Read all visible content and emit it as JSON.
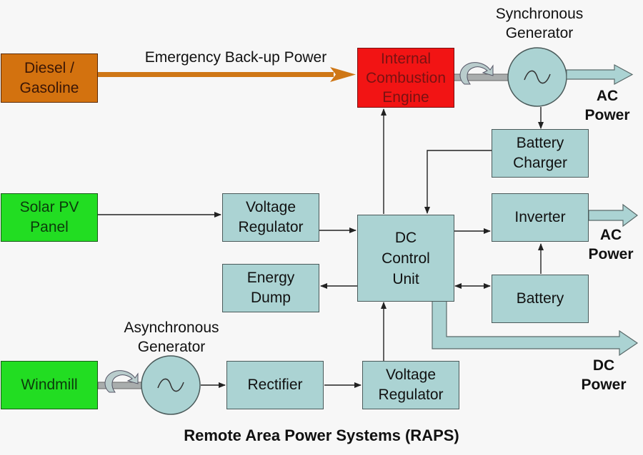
{
  "title": "Remote Area Power Systems (RAPS)",
  "colors": {
    "background": "#f7f7f7",
    "block_teal": "#abd3d3",
    "diesel_orange": "#d3720f",
    "source_green": "#22dd22",
    "engine_red": "#f21414",
    "shaft_gray": "#a9adad",
    "line": "#222222"
  },
  "blocks": {
    "diesel": "Diesel /\nGasoline",
    "solar": "Solar PV\nPanel",
    "windmill": "Windmill",
    "engine": "Internal\nCombustion\nEngine",
    "battery_charger": "Battery\nCharger",
    "voltage_regulator_top": "Voltage\nRegulator",
    "dc_control_unit": "DC\nControl\nUnit",
    "inverter": "Inverter",
    "energy_dump": "Energy\nDump",
    "battery": "Battery",
    "rectifier": "Rectifier",
    "voltage_regulator_bottom": "Voltage\nRegulator"
  },
  "labels": {
    "emergency": "Emergency Back-up Power",
    "sync_generator": "Synchronous\nGenerator",
    "async_generator": "Asynchronous\nGenerator",
    "ac_power_top": "AC\nPower",
    "ac_power_mid": "AC\nPower",
    "dc_power": "DC\nPower"
  },
  "icons": {
    "generator_symbol": "sine-wave",
    "rotation": "curved-rotation-arrow"
  }
}
